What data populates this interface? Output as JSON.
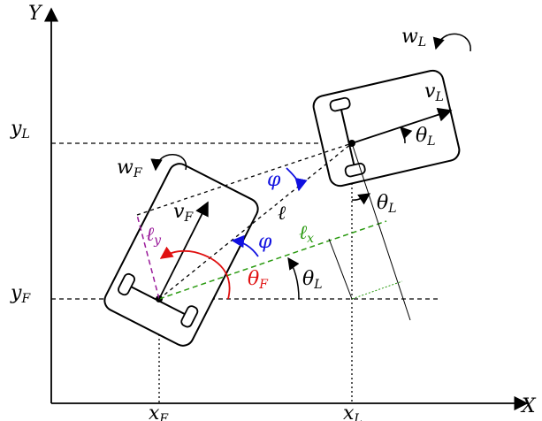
{
  "axes": {
    "x_label": "X",
    "y_label": "Y",
    "x_ticks": [
      {
        "main": "x",
        "sub": "F"
      },
      {
        "main": "x",
        "sub": "L"
      }
    ],
    "y_ticks": [
      {
        "main": "y",
        "sub": "L"
      },
      {
        "main": "y",
        "sub": "F"
      }
    ]
  },
  "leader": {
    "velocity": {
      "main": "v",
      "sub": "L"
    },
    "angular": {
      "main": "w",
      "sub": "L"
    },
    "heading_angle": {
      "main": "θ",
      "sub": "L"
    },
    "heading_angle_2": {
      "main": "θ",
      "sub": "L"
    }
  },
  "follower": {
    "velocity": {
      "main": "v",
      "sub": "F"
    },
    "angular": {
      "main": "w",
      "sub": "F"
    },
    "heading_angle": {
      "main": "θ",
      "sub": "F"
    }
  },
  "relation": {
    "distance": "ℓ",
    "bearing_1": "φ",
    "bearing_2": "φ",
    "lx": {
      "main": "ℓ",
      "sub": "x"
    },
    "ly": {
      "main": "ℓ",
      "sub": "y"
    },
    "theta_at_follower": {
      "main": "θ",
      "sub": "L"
    }
  },
  "colors": {
    "black": "#000000",
    "blue": "#1010e0",
    "red": "#e01010",
    "green": "#2a9a10",
    "purple": "#9a1a9a"
  }
}
